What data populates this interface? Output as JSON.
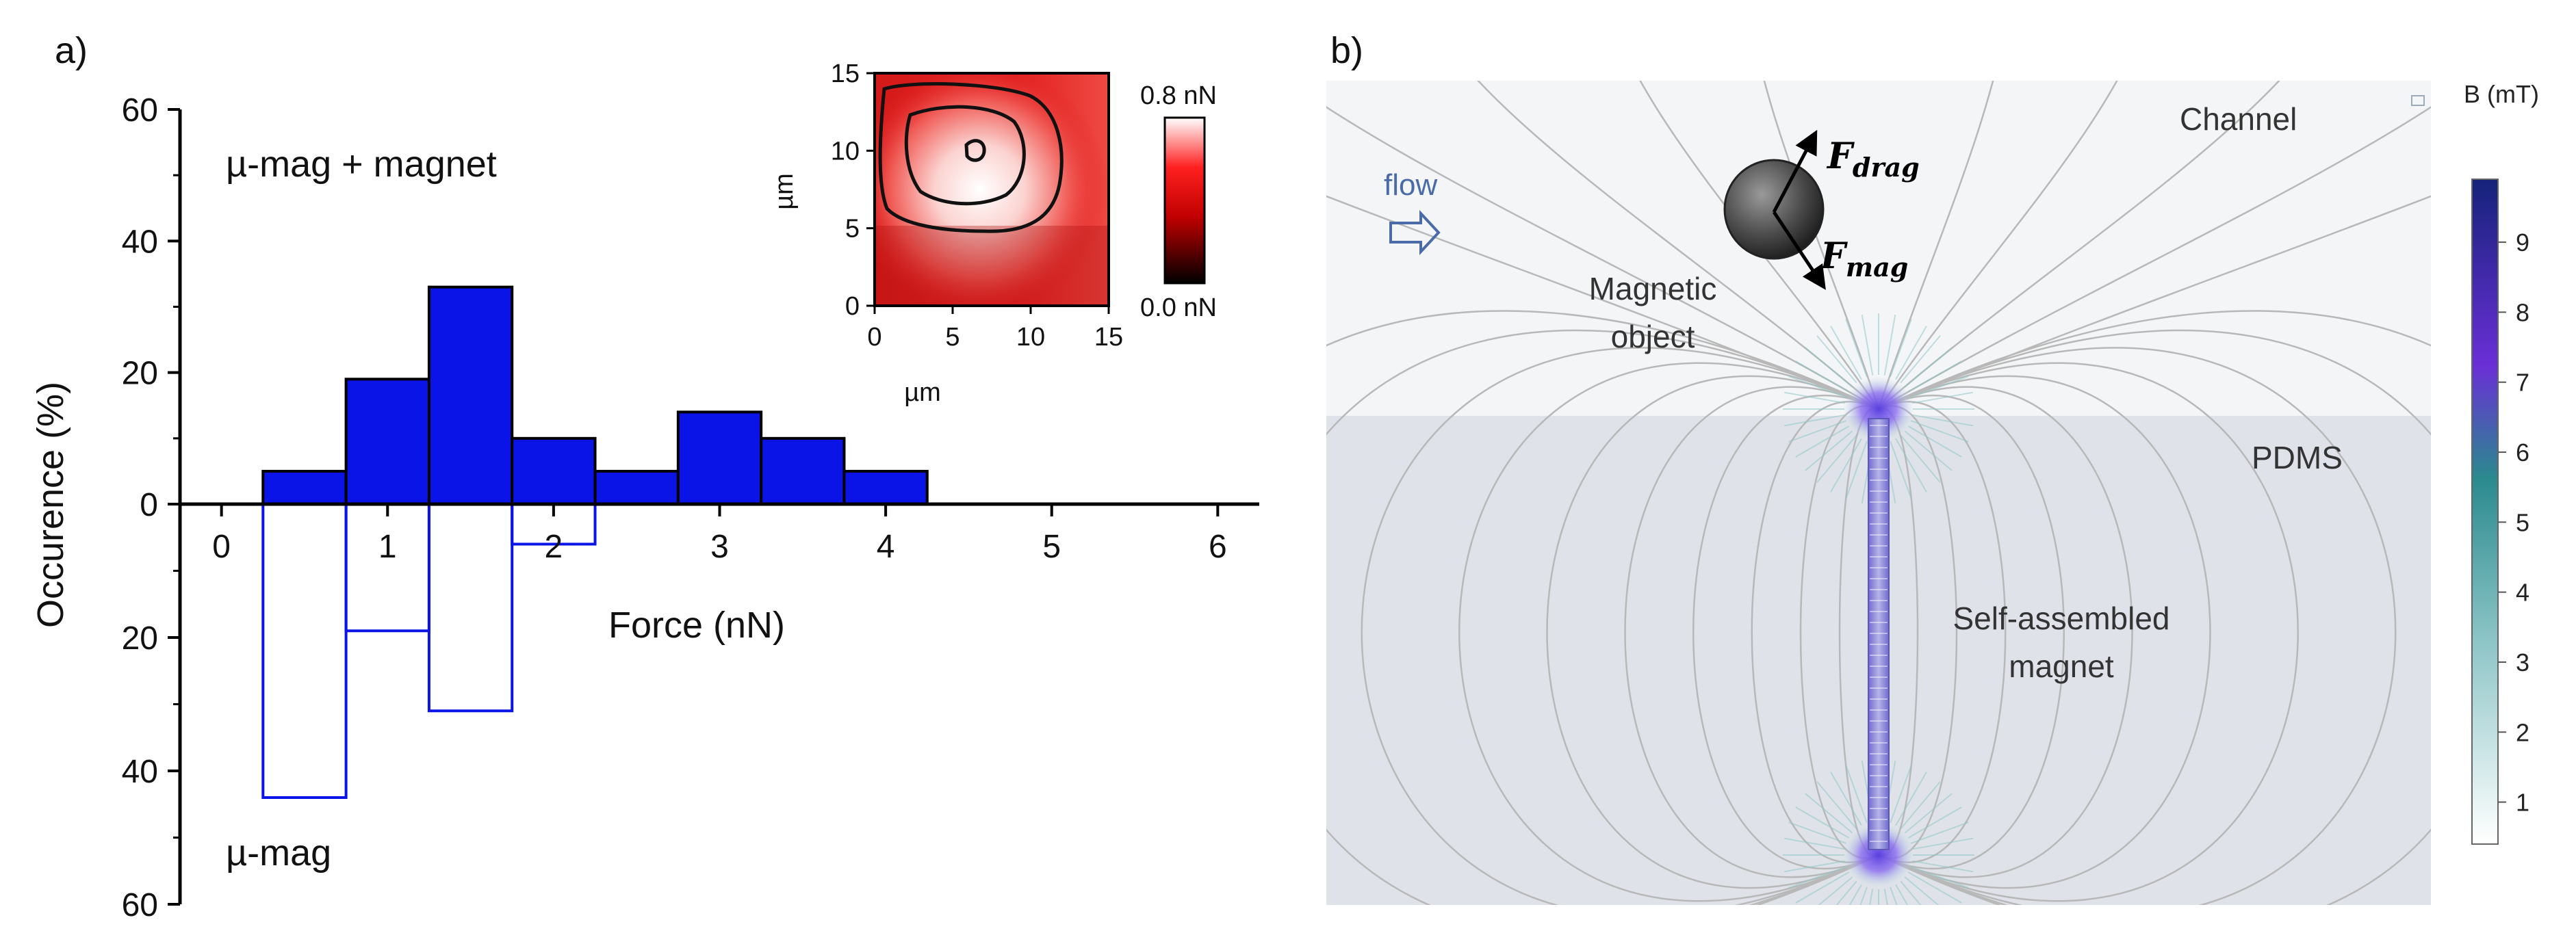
{
  "panel_a": {
    "label": "a)",
    "chart_data": {
      "type": "bar",
      "xlabel": "Force (nN)",
      "ylabel": "Occurence (%)",
      "xlim": [
        -0.25,
        6.25
      ],
      "ylim_top": [
        0,
        60
      ],
      "ylim_bottom": [
        0,
        60
      ],
      "x_ticks": [
        "0",
        "1",
        "2",
        "3",
        "4",
        "5",
        "6"
      ],
      "y_ticks_top": [
        "0",
        "20",
        "40",
        "60"
      ],
      "y_ticks_bottom": [
        "20",
        "40",
        "60"
      ],
      "bin_width": 0.5,
      "series": [
        {
          "name": "µ-mag + magnet",
          "direction": "up",
          "color": "#0a14e6",
          "bin_centers": [
            0.5,
            1.0,
            1.5,
            2.0,
            2.5,
            3.0,
            3.5,
            4.0
          ],
          "values": [
            5,
            19,
            33,
            10,
            5,
            14,
            10,
            5
          ]
        },
        {
          "name": "µ-mag",
          "direction": "down",
          "color": "#0a14e6",
          "bin_centers": [
            0.5,
            1.0,
            1.5,
            2.0
          ],
          "values": [
            44,
            19,
            31,
            6
          ]
        }
      ]
    },
    "inset": {
      "x_ticks": [
        "0",
        "5",
        "10",
        "15"
      ],
      "y_ticks": [
        "0",
        "5",
        "10",
        "15"
      ],
      "xlabel": "µm",
      "ylabel": "µm",
      "colorbar_max": "0.8 nN",
      "colorbar_min": "0.0 nN"
    }
  },
  "panel_b": {
    "label": "b)",
    "regions": {
      "channel": "Channel",
      "pdms": "PDMS"
    },
    "flow_label": "flow",
    "object_label": [
      "Magnetic",
      "object"
    ],
    "magnet_label": [
      "Self-assembled",
      "magnet"
    ],
    "force_drag": {
      "main": "F",
      "sub": "drag"
    },
    "force_mag": {
      "main": "F",
      "sub": "mag"
    },
    "colorbar": {
      "title": "B (mT)",
      "ticks": [
        "1",
        "2",
        "3",
        "4",
        "5",
        "6",
        "7",
        "8",
        "9"
      ],
      "colors": [
        "#ffffff",
        "#2a8a8e",
        "#6a2fd6",
        "#15237a"
      ]
    }
  }
}
